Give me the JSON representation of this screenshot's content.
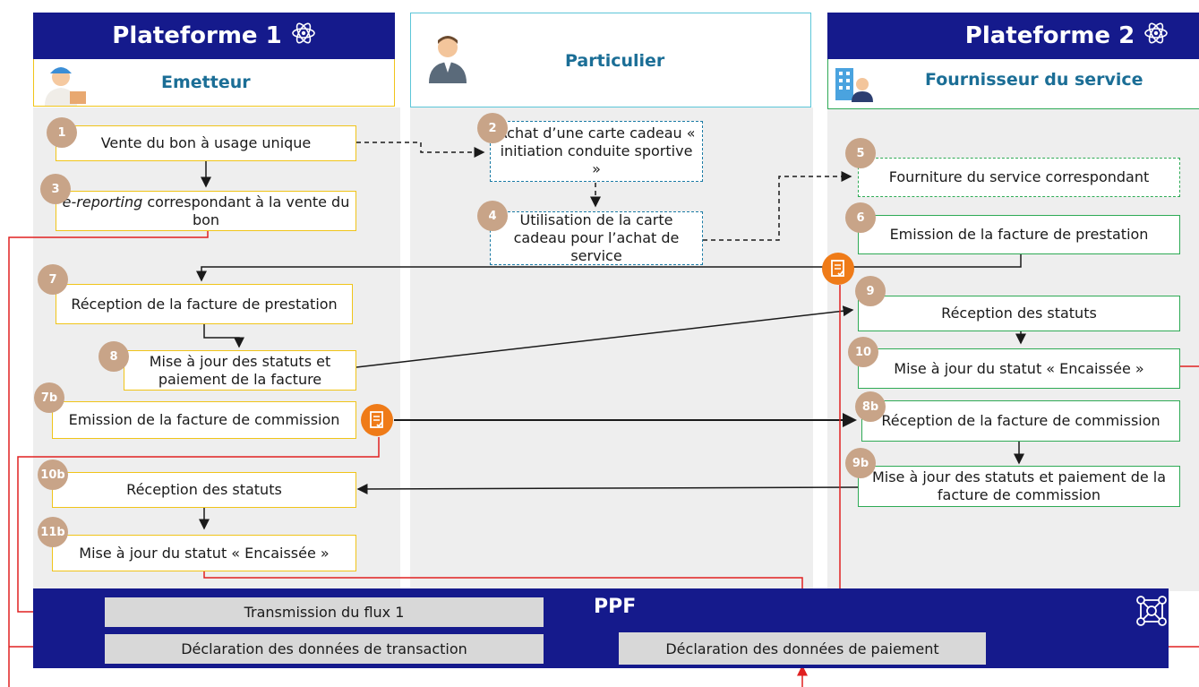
{
  "columns": {
    "plateforme1": {
      "title": "Plateforme 1",
      "role": "Emetteur"
    },
    "particulier": {
      "role": "Particulier"
    },
    "plateforme2": {
      "title": "Plateforme 2",
      "role": "Fournisseur du service"
    }
  },
  "steps": {
    "s1": {
      "num": "1",
      "text": "Vente du bon à usage unique"
    },
    "s2": {
      "num": "2",
      "text": "Achat d’une carte cadeau « initiation conduite sportive »"
    },
    "s3": {
      "num": "3",
      "text_italic": "e-reporting",
      "text": " correspondant à la vente du bon"
    },
    "s4": {
      "num": "4",
      "text": "Utilisation de la carte cadeau pour l’achat de service"
    },
    "s5": {
      "num": "5",
      "text": "Fourniture du service correspondant"
    },
    "s6": {
      "num": "6",
      "text": "Emission de la facture de prestation"
    },
    "s7": {
      "num": "7",
      "text": "Réception de la facture de prestation"
    },
    "s8": {
      "num": "8",
      "text": "Mise à jour des statuts et paiement de la facture"
    },
    "s9": {
      "num": "9",
      "text": "Réception des statuts"
    },
    "s10": {
      "num": "10",
      "text": "Mise à jour du statut « Encaissée »"
    },
    "s7b": {
      "num": "7b",
      "text": "Emission de la facture de commission"
    },
    "s8b": {
      "num": "8b",
      "text": "Réception de la facture de commission"
    },
    "s9b": {
      "num": "9b",
      "text": "Mise à jour des statuts et paiement de la facture de commission"
    },
    "s10b": {
      "num": "10b",
      "text": "Réception des statuts"
    },
    "s11b": {
      "num": "11b",
      "text": "Mise à jour du statut « Encaissée »"
    }
  },
  "ppf": {
    "title": "PPF",
    "transmission": "Transmission du flux 1",
    "transaction": "Déclaration des données de transaction",
    "paiement": "Déclaration des données de paiement"
  },
  "colors": {
    "navy": "#151a8c",
    "yellow": "#f0c419",
    "green": "#2eaa55",
    "blue": "#1b7ba5",
    "step": "#c8a488",
    "orange": "#ef7b18",
    "red": "#e02020"
  }
}
